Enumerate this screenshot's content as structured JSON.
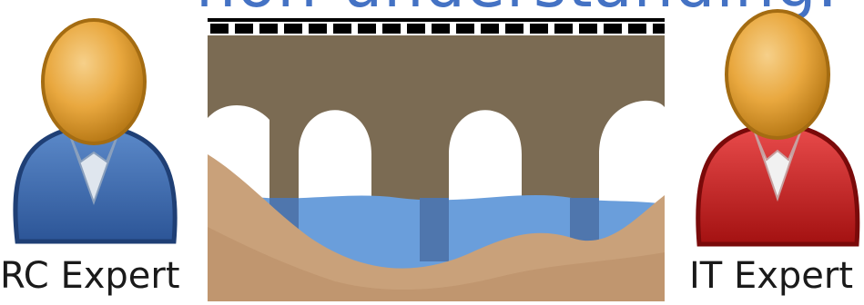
{
  "title_fragment": "non-understanding.",
  "left_person": {
    "label": "RC Expert",
    "icon": "user-icon",
    "shirt_color": "#3465a4",
    "head_color": "#e9a83f"
  },
  "right_person": {
    "label": "IT Expert",
    "icon": "user-icon",
    "shirt_color": "#cc1b1b",
    "head_color": "#e9a83f"
  },
  "bridge": {
    "icon": "bridge-icon",
    "stone_color": "#7b6b53",
    "ground_color": "#c9a17a",
    "water_color": "#6a9edb"
  }
}
